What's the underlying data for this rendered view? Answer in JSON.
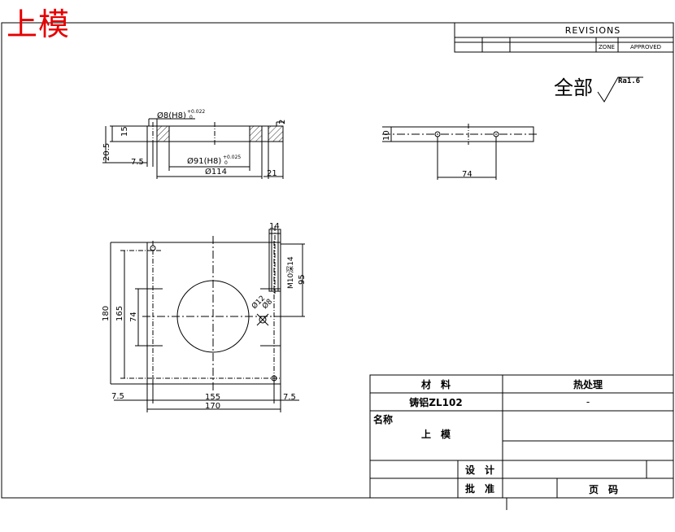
{
  "title": "上模",
  "revisions": {
    "header": "REVISIONS",
    "zone": "ZONE",
    "approved": "APPROVED"
  },
  "surface_finish": {
    "text": "全部",
    "value": "Ra1.6"
  },
  "side_view": {
    "dims": {
      "bore_small": "Ø8(H8)",
      "bore_small_tol_upper": "+0.022",
      "bore_small_tol_lower": "0",
      "bore_large": "Ø91(H8)",
      "bore_large_tol_upper": "+0.025",
      "bore_large_tol_lower": "0",
      "outer_dia": "Ø114",
      "height_total": "20.5",
      "recess_depth": "15",
      "left_offset": "7.5",
      "right_offset": "21",
      "small_step": "2"
    }
  },
  "top_view": {
    "dims": {
      "thickness": "10",
      "pin_spacing": "74"
    }
  },
  "plan_view": {
    "dims": {
      "height_outer": "180",
      "height_holes": "165",
      "slot_len": "74",
      "width_holes": "155",
      "width_outer": "170",
      "edge_left": "7.5",
      "edge_right": "7.5",
      "thread": "M10深14",
      "detail_width": "14",
      "detail_height": "95",
      "hole_small": "Ø12",
      "hole_pin": "Ø8"
    }
  },
  "title_block": {
    "material_label": "材　料",
    "heat_label": "热处理",
    "material_value": "铸铝ZL102",
    "heat_value": "-",
    "name_label": "名称",
    "name_value": "上　模",
    "design_label": "设　计",
    "approve_label": "批　准",
    "page_label": "页　码"
  }
}
